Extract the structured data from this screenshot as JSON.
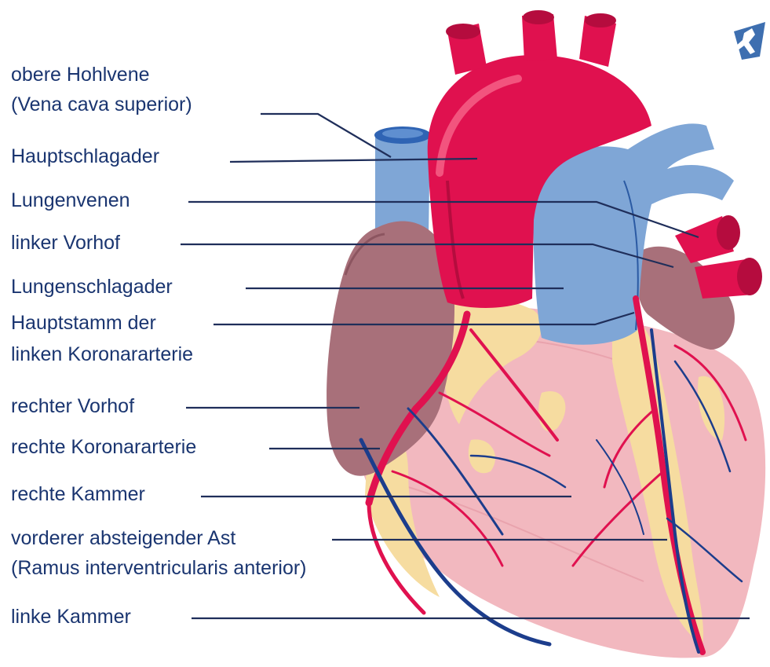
{
  "labels": {
    "superior_vena_cava_1": "obere Hohlvene",
    "superior_vena_cava_2": "(Vena cava superior)",
    "aorta": "Hauptschlagader",
    "pulmonary_veins": "Lungenvenen",
    "left_atrium": "linker Vorhof",
    "pulmonary_artery": "Lungenschlagader",
    "left_main_coronary_1": "Hauptstamm der",
    "left_main_coronary_2": "linken Koronararterie",
    "right_atrium": "rechter Vorhof",
    "right_coronary_artery": "rechte Koronararterie",
    "right_ventricle": "rechte Kammer",
    "lad_1": "vorderer absteigender Ast",
    "lad_2": "(Ramus interventricularis anterior)",
    "left_ventricle": "linke Kammer"
  },
  "colors": {
    "label_text": "#1a3570",
    "leader_line": "#1f2e5a",
    "aorta_red": "#e0114f",
    "vein_blue": "#7fa6d6",
    "atrium_mauve": "#a8707a",
    "ventricle_pink": "#f2b8bf",
    "fat_yellow": "#f6dca0",
    "coronary_vein_blue": "#1c3d8c"
  },
  "logo_icon": "stylized-figure-logo-icon"
}
